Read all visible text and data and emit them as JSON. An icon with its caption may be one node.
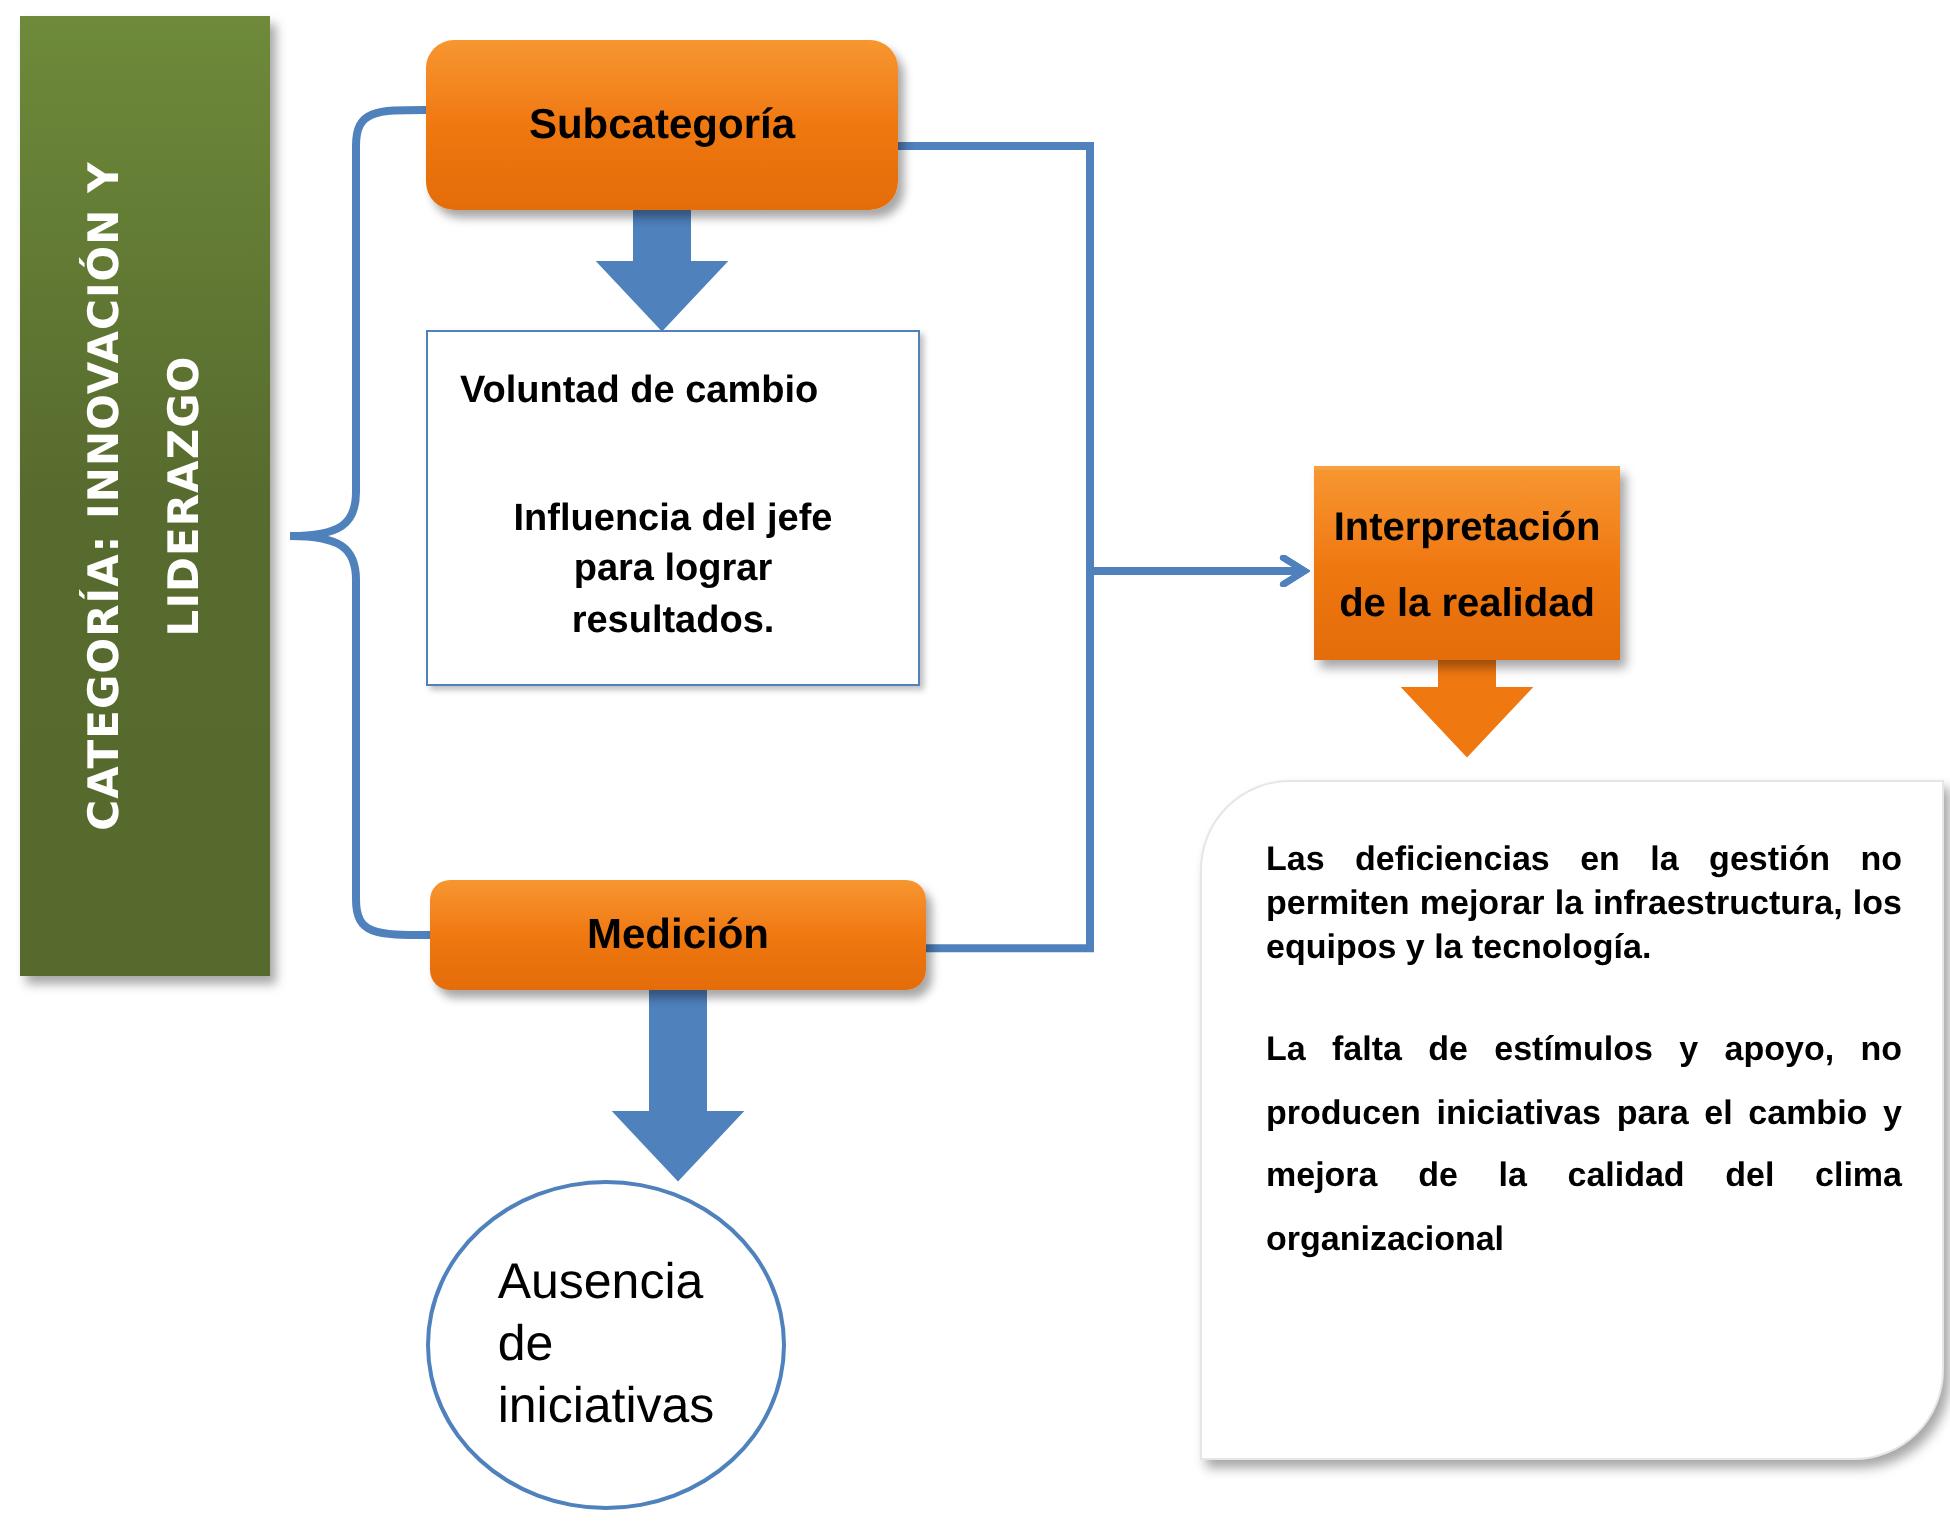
{
  "diagram": {
    "nodes": [
      {
        "text": [
          "CATEGORÍA: INNOVACIÓN Y LIDERAZGO"
        ]
      },
      {
        "text": [
          "Subcategoría"
        ]
      },
      {
        "text": [
          "Voluntad de cambio",
          "Influencia del jefe para lograr resultados."
        ]
      },
      {
        "text": [
          "Medición"
        ]
      },
      {
        "text": [
          "Ausencia de iniciativas"
        ]
      },
      {
        "text": [
          "Interpretación de la realidad"
        ]
      },
      {
        "text": [
          "Las deficiencias en la gestión no permiten mejorar la infraestructura, los equipos y la tecnología.",
          "La falta de estímulos y apoyo, no producen iniciativas para el cambio y mejora de la calidad del clima organizacional"
        ]
      }
    ],
    "edges": [
      {
        "from": 0,
        "to": 1,
        "arrow": "none"
      },
      {
        "from": 0,
        "to": 3,
        "arrow": "none"
      },
      {
        "from": 1,
        "to": 2,
        "arrow": "to",
        "style": "thick"
      },
      {
        "from": 3,
        "to": 4,
        "arrow": "to",
        "style": "thick"
      },
      {
        "from": 1,
        "to": 5,
        "arrow": "to"
      },
      {
        "from": 3,
        "to": 5,
        "arrow": "to"
      },
      {
        "from": 5,
        "to": 6,
        "arrow": "to",
        "style": "thick",
        "color": "#f07810"
      }
    ]
  }
}
